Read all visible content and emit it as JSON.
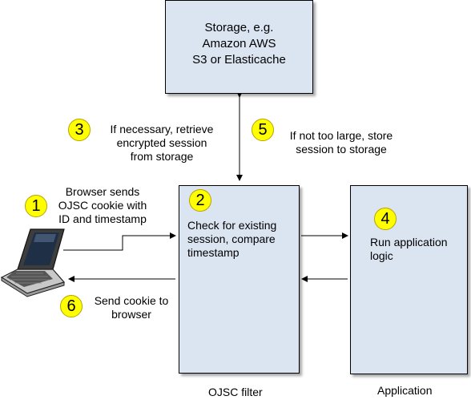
{
  "storage": {
    "lines": [
      "Storage, e.g.",
      "Amazon AWS",
      "S3 or Elasticache"
    ]
  },
  "ojsc_filter": {
    "lines": [
      "Check for existing",
      "session, compare",
      "timestamp"
    ],
    "label": "OJSC filter"
  },
  "application": {
    "lines": [
      "Run application",
      "logic"
    ],
    "label": "Application"
  },
  "steps": {
    "step1": {
      "number": "1",
      "lines": [
        "Browser sends",
        "OJSC cookie with",
        "ID and timestamp"
      ]
    },
    "step2": {
      "number": "2"
    },
    "step3": {
      "number": "3",
      "lines": [
        "If necessary, retrieve",
        "encrypted session",
        "from storage"
      ]
    },
    "step4": {
      "number": "4"
    },
    "step5": {
      "number": "5",
      "lines": [
        "If not too large, store",
        "session to storage"
      ]
    },
    "step6": {
      "number": "6",
      "lines": [
        "Send cookie to",
        "browser"
      ]
    }
  },
  "colors": {
    "box_fill": "#dbe4f1",
    "badge_fill": "#ffff00"
  },
  "icons": {
    "laptop": "laptop-icon"
  }
}
